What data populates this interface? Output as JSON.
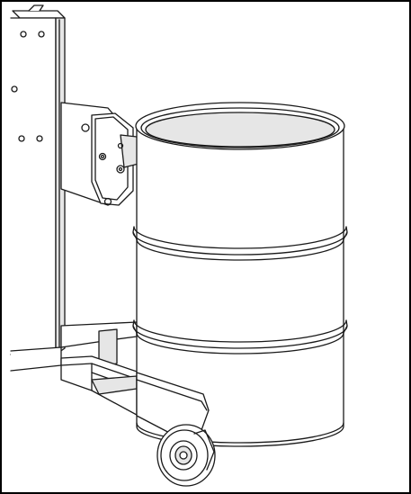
{
  "figure": {
    "subject": "drum-lifter-with-steel-drum",
    "colors": {
      "line": "#1a1a1a",
      "fill": "#ffffff",
      "shade": "#e6e6e6",
      "border": "#000000"
    },
    "drum": {
      "ribs": 2
    },
    "wheel": {
      "count": 1
    }
  }
}
